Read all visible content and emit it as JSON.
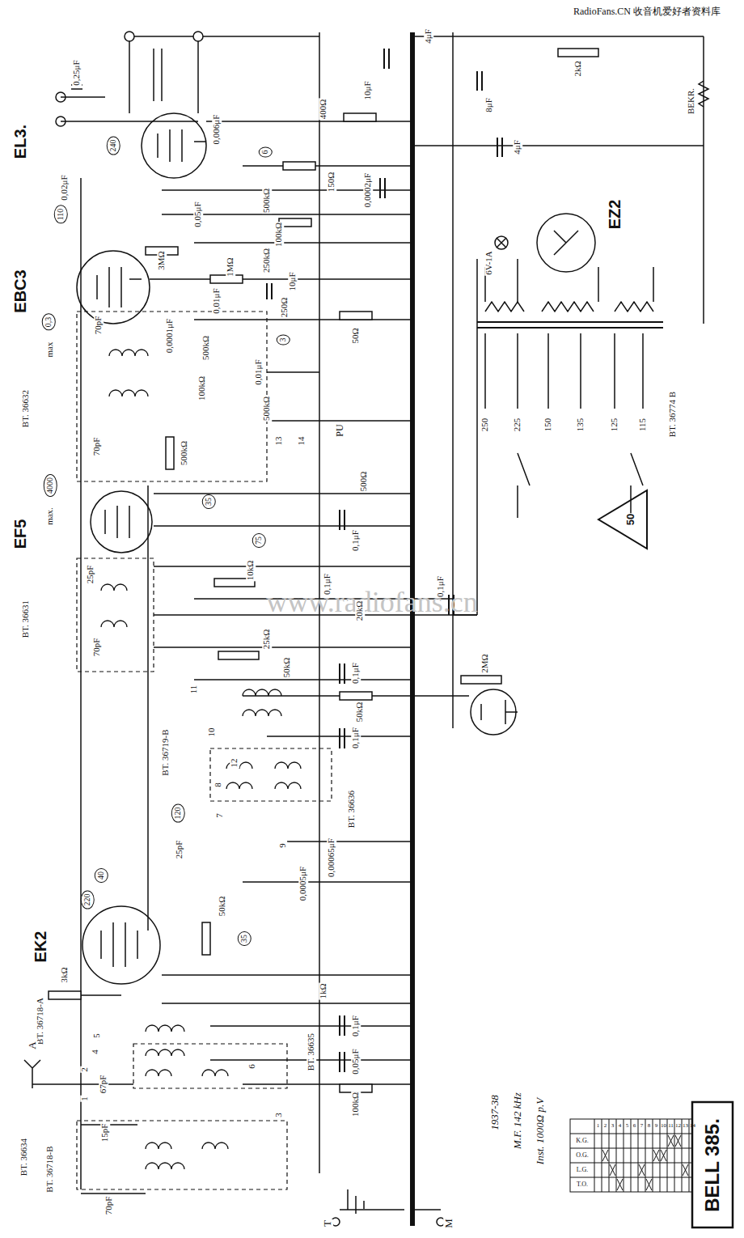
{
  "diagram": {
    "title": "BELL 385.",
    "labels": [
      "RadioFans.CN 收音机爱好者资料库",
      "www.radiofans.cn",
      "0,25μF",
      "EL3.",
      "240",
      "0,006μF",
      "6",
      "400Ω",
      "10μF",
      "0,02μF",
      "150Ω",
      "500kΩ",
      "0,0002μF",
      "0,05μF",
      "100kΩ",
      "250kΩ",
      "110",
      "3MΩ",
      "EBC3",
      "1MΩ",
      "0,01μF",
      "10μF",
      "250Ω",
      "50Ω",
      "3",
      "0,3",
      "max",
      "70pF",
      "0,0001μF",
      "500kΩ",
      "0,01μF",
      "100kΩ",
      "500kΩ",
      "500kΩ",
      "13",
      "14",
      "PU",
      "BT. 36632",
      "70pF",
      "4000",
      "max.",
      "EF5",
      "35",
      "500Ω",
      "0,1μF",
      "75",
      "BT. 36631",
      "25pF",
      "10kΩ",
      "0,1μF",
      "20kΩ",
      "0,1μF",
      "70pF",
      "25kΩ",
      "50kΩ",
      "0,1μF",
      "50kΩ",
      "2MΩ",
      "11",
      "10",
      "BT. 36719-B",
      "12",
      "0,1μF",
      "8",
      "BT. 36636",
      "7",
      "120",
      "9",
      "0,00065μF",
      "0,0005μF",
      "40",
      "25pF",
      "220",
      "EK2",
      "50kΩ",
      "35",
      "BT. 36718-A",
      "3kΩ",
      "1kΩ",
      "0,1μF",
      "5",
      "0,05μF",
      "4",
      "6",
      "BT. 36635",
      "A",
      "2",
      "1",
      "67pF",
      "100kΩ",
      "3",
      "15pF",
      "BT. 36634",
      "BT. 36718-B",
      "70pF",
      "T",
      "M",
      "1937-38",
      "M.F. 142 kHz",
      "Inst. 1000Ω p.V",
      "4μF",
      "2kΩ",
      "8μF",
      "4μF",
      "BEKR.",
      "EZ2",
      "6V-1A",
      "250",
      "225",
      "150",
      "135",
      "125",
      "115",
      "BT. 36774 B",
      "50",
      "1",
      "2",
      "3",
      "4",
      "5",
      "6",
      "7",
      "8",
      "9",
      "10",
      "11",
      "12",
      "13",
      "14",
      "K.G.",
      "O.G.",
      "L.G.",
      "T.O."
    ]
  }
}
